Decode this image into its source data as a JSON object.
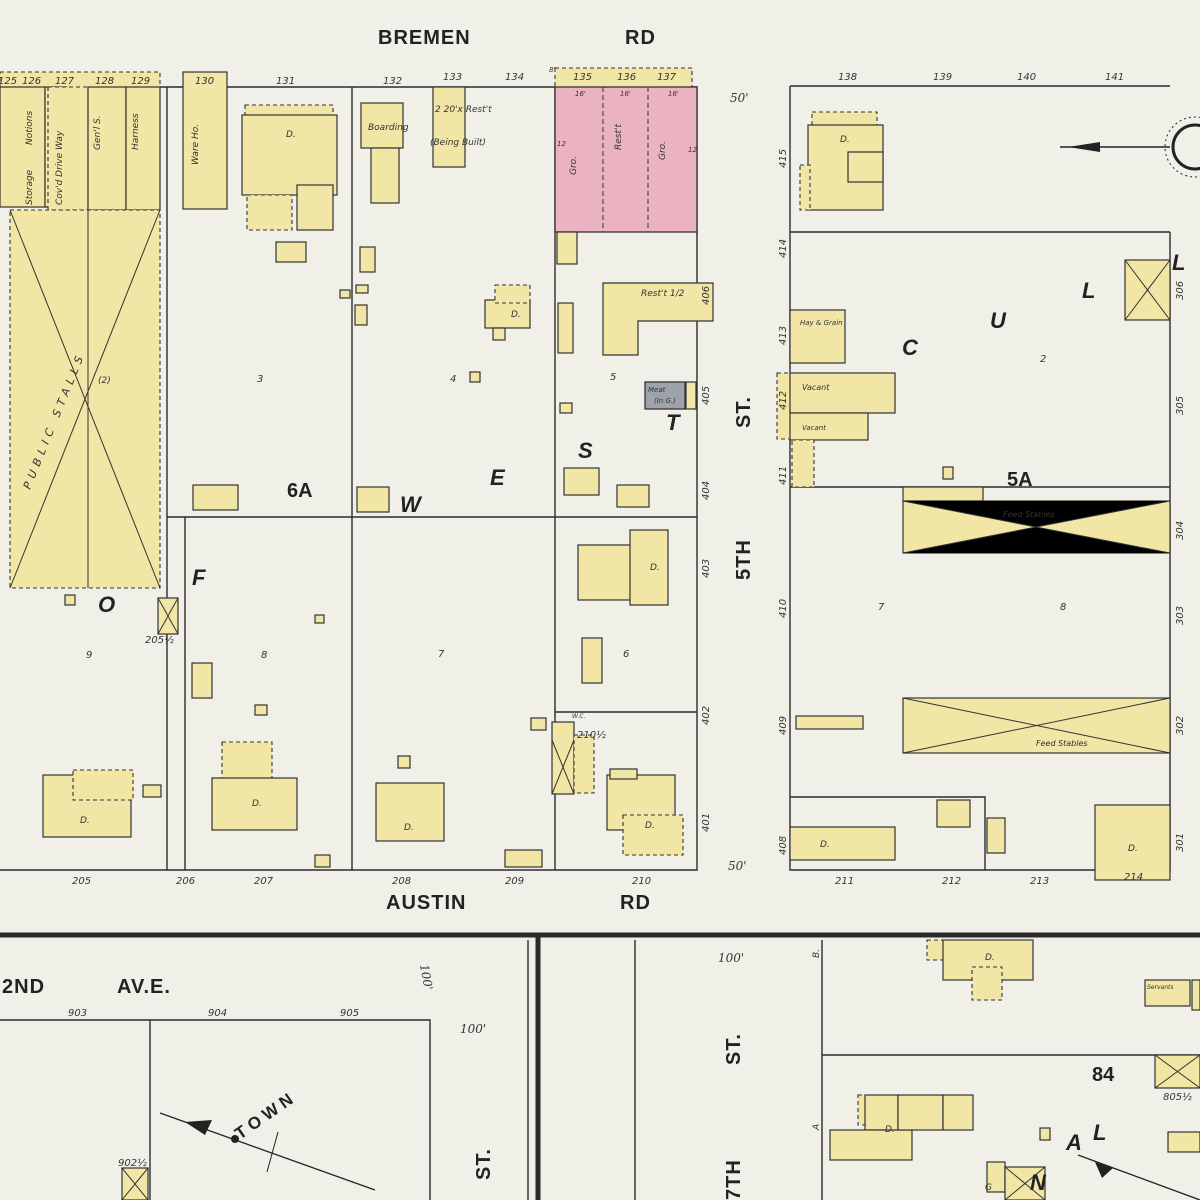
{
  "colors": {
    "paper": "#f0f0e8",
    "frame_building": "#f1e6a6",
    "brick_building": "#ebb3c1",
    "iron_building": "#9ea3ab",
    "ink": "#2b2b2b"
  },
  "streets": {
    "bremen": "BREMEN",
    "bremen_rd": "RD",
    "austin": "AUSTIN",
    "austin_rd": "RD",
    "fifth": "5TH",
    "fifth_st": "ST.",
    "second": "2ND",
    "second_ave": "AV.E.",
    "lower_st": "ST.",
    "seventh": "7TH",
    "seventh_st": "ST."
  },
  "blocks": {
    "b6a": "6A",
    "b5a": "5A",
    "b84": "84"
  },
  "area_names": {
    "west": [
      "W",
      "E",
      "S",
      "T"
    ],
    "of": [
      "O",
      "F"
    ],
    "cull": [
      "C",
      "U",
      "L",
      "L"
    ],
    "town": "T O W N",
    "canal": [
      "N",
      "A",
      "L"
    ]
  },
  "lots": {
    "top": [
      "125",
      "126",
      "127",
      "128",
      "129",
      "130",
      "131",
      "132",
      "133",
      "134",
      "135",
      "136",
      "137",
      "138",
      "139",
      "140",
      "141"
    ],
    "bottom": [
      "205",
      "206",
      "207",
      "208",
      "209",
      "210",
      "211",
      "212",
      "213",
      "214"
    ],
    "fifth_east": [
      "401",
      "402",
      "403",
      "404",
      "405",
      "406"
    ],
    "fifth_west": [
      "408",
      "409",
      "410",
      "411",
      "412",
      "413",
      "414",
      "415"
    ],
    "right_edge": [
      "301",
      "302",
      "303",
      "304",
      "305",
      "306"
    ],
    "lower": [
      "903",
      "904",
      "905",
      "902½",
      "805½",
      "205½",
      "210½"
    ],
    "sub": [
      "3",
      "4",
      "5",
      "2",
      "6",
      "7",
      "8",
      "9",
      "8",
      "7"
    ]
  },
  "dimensions": {
    "d50a": "50'",
    "d50b": "50'",
    "d100a": "100'",
    "d100b": "100'",
    "d100c": "100'",
    "d8": "8'",
    "d16a": "16'",
    "d16b": "16'",
    "d16c": "16'",
    "d12a": "12",
    "d12b": "12"
  },
  "labels": {
    "storage": "Storage",
    "notions": "Notions",
    "drive": "Cov'd Drive Way",
    "genl": "Gen'l S.",
    "harness": "Harness",
    "warehouse": "Ware Ho.",
    "dwelling": "D.",
    "boarding": "Boarding",
    "rest_2": "2 20'x Rest't",
    "being_built": "(Being Built)",
    "gro1": "Gro.",
    "rest_brick": "Rest't",
    "gro2": "Gro.",
    "rest_406": "Rest't 1/2",
    "meat": "Meat",
    "meat_sub": "(In G.)",
    "hay": "Hay & Grain",
    "vacant1": "Vacant",
    "vacant2": "Vacant",
    "feed1": "Feed Stables",
    "feed2": "Feed Stables",
    "public_stalls": "PUBLIC STALLS",
    "stalls_2": "(2)",
    "servants": "Servants",
    "wc": "W.C.",
    "g": "G",
    "a_mark": "A",
    "b_mark": "B."
  }
}
